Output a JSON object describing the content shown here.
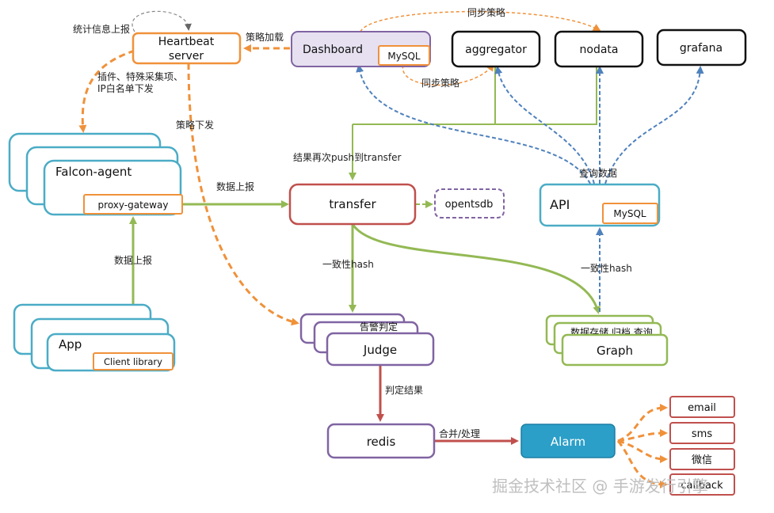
{
  "nodes": {
    "heartbeat_server": "Heartbeat\nserver",
    "dashboard": "Dashboard",
    "dashboard_db": "MySQL",
    "aggregator": "aggregator",
    "nodata": "nodata",
    "grafana": "grafana",
    "falcon_agent": "Falcon-agent",
    "proxy_gateway": "proxy-gateway",
    "transfer": "transfer",
    "opentsdb": "opentsdb",
    "api": "API",
    "api_db": "MySQL",
    "app": "App",
    "client_library": "Client library",
    "judge_label": "告警判定",
    "judge": "Judge",
    "graph_label": "数据存储 归档 查询",
    "graph": "Graph",
    "redis": "redis",
    "alarm": "Alarm",
    "email": "email",
    "sms": "sms",
    "wechat": "微信",
    "callback": "callback"
  },
  "edges": {
    "stats_report": "统计信息上报",
    "strategy_load": "策略加载",
    "sync_strategy_top": "同步策略",
    "sync_strategy_mid": "同步策略",
    "plugin_info": "插件、特殊采集项、\nIP白名单下发",
    "strategy_dispatch": "策略下发",
    "push_back": "结果再次push到transfer",
    "query_data": "查询数据",
    "data_report_agent": "数据上报",
    "data_report_app": "数据上报",
    "hash_judge": "一致性hash",
    "hash_graph": "一致性hash",
    "judge_result": "判定结果",
    "merge_process": "合并/处理"
  },
  "watermark": "掘金技术社区 @ 手游发行引擎",
  "colors": {
    "orange": "#F0913A",
    "green": "#93B954",
    "red": "#C0504D",
    "blue": "#4F81BD",
    "cyan": "#4BACC6",
    "purple": "#8064A2",
    "gray": "#888888",
    "dark": "#111111",
    "alarm_fill": "#2B9FC8",
    "dashboard_fill": "#E6E0F0"
  }
}
